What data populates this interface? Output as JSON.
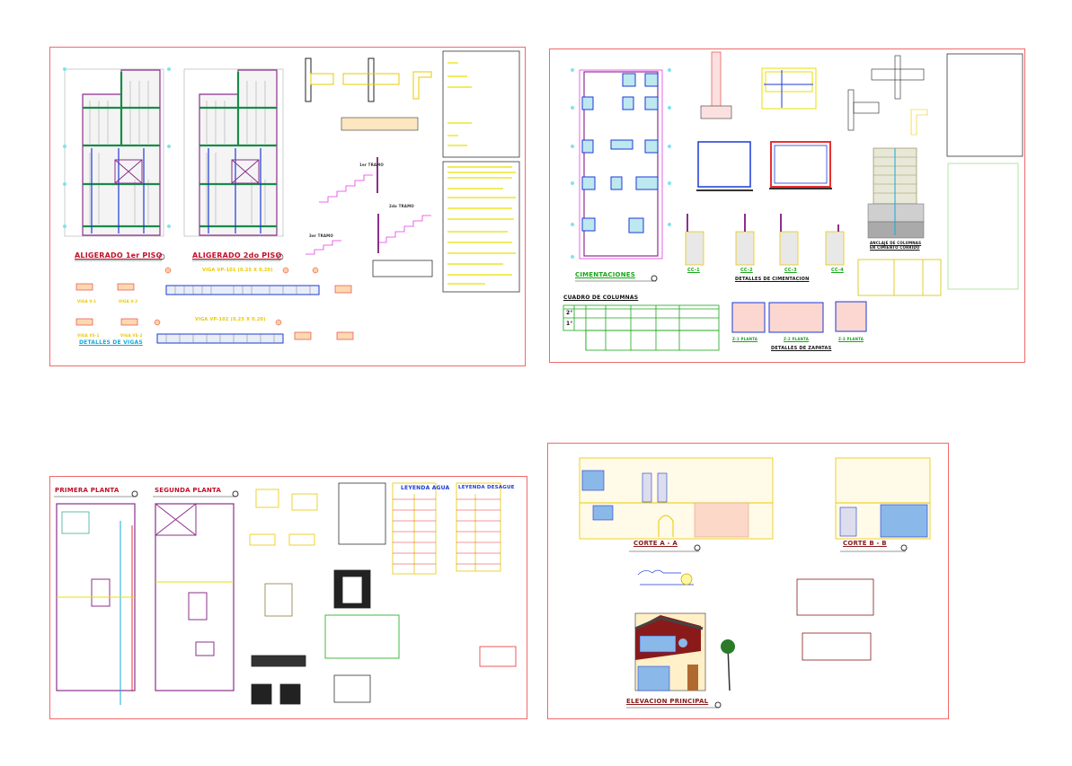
{
  "sheets": {
    "structural_slabs": {
      "floor1_title": "ALIGERADO 1er PISO",
      "floor2_title": "ALIGERADO 2do PISO",
      "beam_details_title": "DETALLES DE VIGAS",
      "beam1_title": "VIGA VP-101 (0.25 X 0.20)",
      "beam2_title": "VIGA VP-102 (0.25 X 0.20)",
      "stair_label_1": "1er TRAMO",
      "stair_label_2": "2do TRAMO",
      "stair_label_3": "3er TRAMO",
      "section_labels": [
        "VIGA V-1",
        "VIGA V-2",
        "VIGA VS-1",
        "VIGA VS-2"
      ]
    },
    "foundations": {
      "plan_title": "CIMENTACIONES",
      "columns_table_title": "CUADRO DE COLUMNAS",
      "foundation_details_title": "DETALLES DE CIMENTACION",
      "foundation_cuts": [
        "CC-1",
        "CC-2",
        "CC-3",
        "CC-4"
      ],
      "footings_title": "DETALLES DE ZAPATAS",
      "footing_plans": [
        "Z-1 PLANTA",
        "Z-2 PLANTA",
        "Z-3 PLANTA"
      ],
      "anchor_title": "ANCLAJE DE COLUMNAS EN CIMIENTO CORRIDO",
      "column_floors": [
        "2°",
        "1°"
      ]
    },
    "plumbing": {
      "floor1_title": "PRIMERA PLANTA",
      "floor2_title": "SEGUNDA PLANTA",
      "water_legend_title": "LEYENDA AGUA",
      "drain_legend_title": "LEYENDA DESAGUE"
    },
    "architecture": {
      "section_a_title": "CORTE A - A",
      "section_b_title": "CORTE B - B",
      "elevation_title": "ELEVACION PRINCIPAL"
    }
  },
  "colors": {
    "sheet_border": "#f06a6a",
    "red_title": "#c0102a",
    "green": "#1aa51a",
    "cyan": "#14a9d8",
    "yellow": "#e8c800",
    "purple": "#8b2f8b",
    "blue": "#1b3ad6"
  }
}
